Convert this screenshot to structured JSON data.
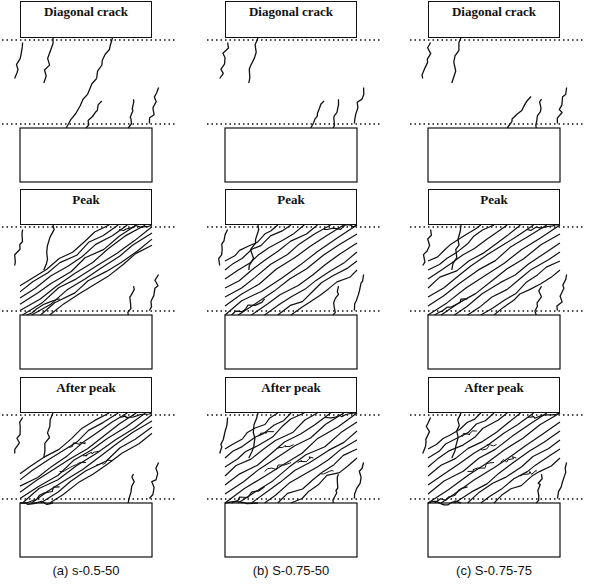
{
  "diagram": {
    "nodes": [
      {
        "text": [
          "Diagonal crack"
        ]
      },
      {
        "text": [
          "Diagonal crack"
        ]
      },
      {
        "text": [
          "Diagonal crack"
        ]
      },
      {
        "text": [
          "Peak"
        ]
      },
      {
        "text": [
          "Peak"
        ]
      },
      {
        "text": [
          "Peak"
        ]
      },
      {
        "text": [
          "After peak"
        ]
      },
      {
        "text": [
          "After peak"
        ]
      },
      {
        "text": [
          "After peak"
        ]
      }
    ],
    "labels": [
      "(a) s-0.5-50",
      "(b) S-0.75-50",
      "(c) S-0.75-75"
    ]
  }
}
